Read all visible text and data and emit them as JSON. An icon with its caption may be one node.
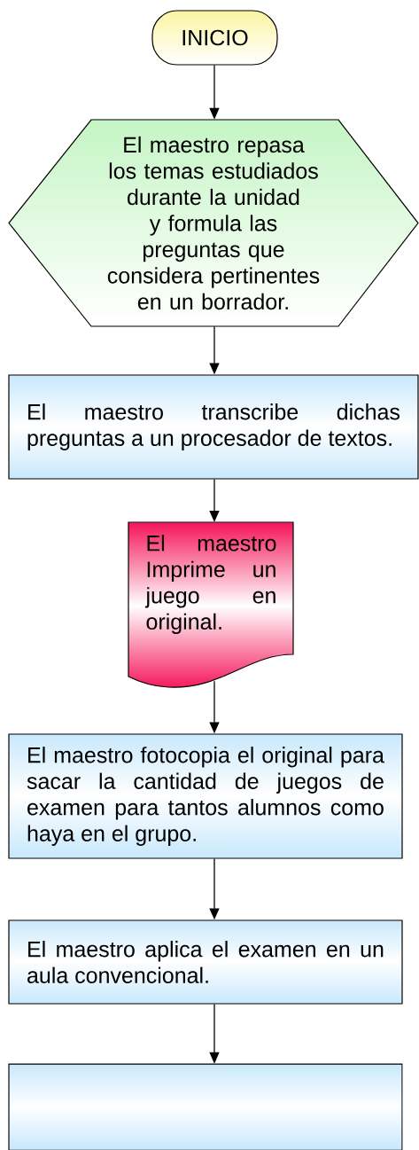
{
  "diagram": {
    "nodes": [
      {
        "text": [
          "INICIO"
        ]
      },
      {
        "text": [
          "El maestro repasa los temas estudiados durante la unidad y formula las preguntas que considera pertinentes en un borrador."
        ]
      },
      {
        "text": [
          "El maestro transcribe dichas preguntas a un procesador de textos."
        ]
      },
      {
        "text": [
          "El maestro Imprime un juego en original."
        ]
      },
      {
        "text": [
          "El maestro fotocopia el original para sacar la cantidad de juegos de examen para tantos alumnos como haya en el grupo."
        ]
      },
      {
        "text": [
          "El maestro aplica el examen en un aula convencional."
        ]
      },
      {
        "text": [],
        "shape": "box"
      }
    ],
    "edges": [
      {
        "from": 0,
        "to": 1,
        "arrow": "to"
      },
      {
        "from": 1,
        "to": 2,
        "arrow": "to"
      },
      {
        "from": 2,
        "to": 3,
        "arrow": "to"
      },
      {
        "from": 3,
        "to": 4,
        "arrow": "to"
      },
      {
        "from": 4,
        "to": 5,
        "arrow": "to"
      },
      {
        "from": 5,
        "to": 6,
        "arrow": "to"
      }
    ]
  }
}
